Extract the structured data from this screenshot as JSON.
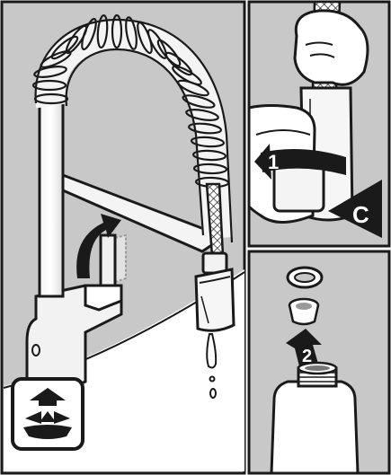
{
  "steps": {
    "step1_label": "1",
    "step2_label": "2",
    "part_label": "C"
  },
  "icons": {
    "main_panel_badge": "water-softener-icon",
    "rotation_arrow": "rotate-arrow-icon",
    "insert_arrow": "up-arrow-icon"
  },
  "colors": {
    "panel_bg": "#c8c8c8",
    "ink": "#1a1a1a",
    "white": "#ffffff"
  }
}
